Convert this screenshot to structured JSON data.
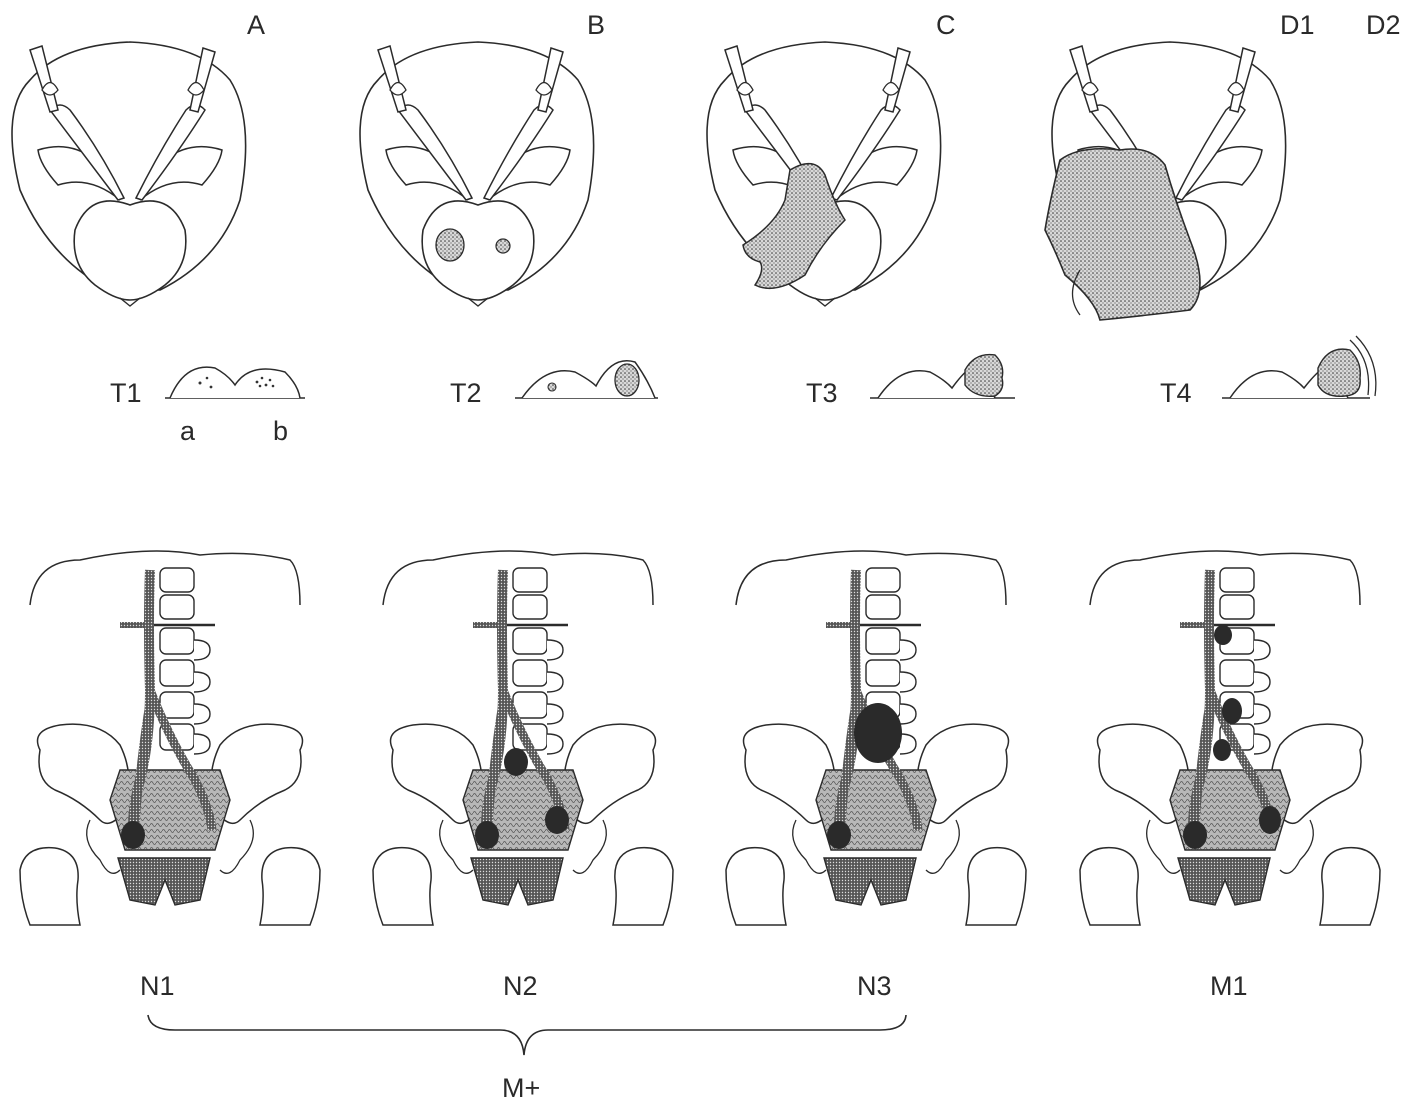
{
  "stage_labels": {
    "a": "A",
    "b": "B",
    "c": "C",
    "d1": "D1",
    "d2": "D2"
  },
  "t_labels": {
    "t1": "T1",
    "t2": "T2",
    "t3": "T3",
    "t4": "T4"
  },
  "t1_sub": {
    "a": "a",
    "b": "b"
  },
  "n_labels": {
    "n1": "N1",
    "n2": "N2",
    "n3": "N3",
    "m1": "M1"
  },
  "brace_label": "M+",
  "colors": {
    "line": "#2b2b2b",
    "tumor_fill": "#bdbdbd",
    "node_fill": "#2a2a2a",
    "sacrum_fill": "#9a9a9a",
    "bone_fill": "#666666"
  }
}
